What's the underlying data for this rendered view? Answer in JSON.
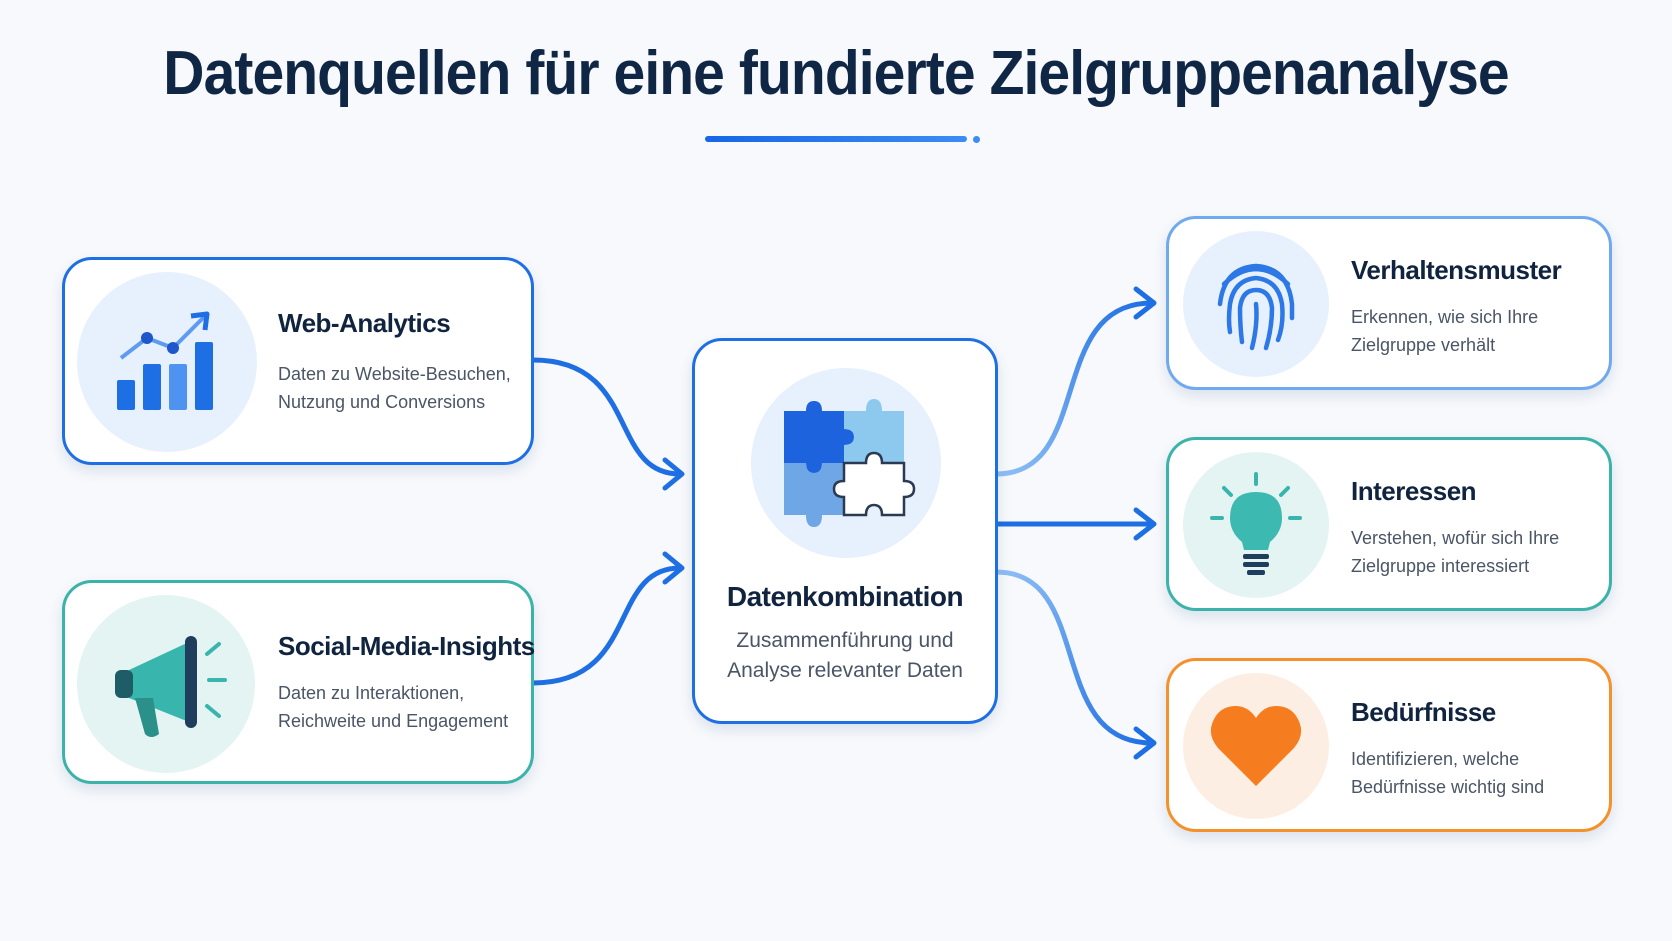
{
  "title": "Datenquellen für eine fundierte Zielgruppenanalyse",
  "colors": {
    "primary": "#1e6fe3",
    "teal": "#3bb3a9",
    "lightblue": "#6fa9ee",
    "orange": "#f5912a",
    "heading": "#10233f"
  },
  "sources": [
    {
      "title": "Web-Analytics",
      "desc_lines": [
        "Daten zu Website-Besuchen,",
        "Nutzung und Conversions"
      ],
      "icon": "bar-chart-trend-icon"
    },
    {
      "title": "Social-Media-Insights",
      "desc_lines": [
        "Daten zu Interaktionen,",
        "Reichweite und Engagement"
      ],
      "icon": "megaphone-icon"
    }
  ],
  "center": {
    "title": "Datenkombination",
    "desc_lines": [
      "Zusammenführung und",
      "Analyse relevanter Daten"
    ],
    "icon": "puzzle-icon"
  },
  "outputs": [
    {
      "title": "Verhaltensmuster",
      "desc_lines": [
        "Erkennen, wie sich Ihre",
        "Zielgruppe verhält"
      ],
      "icon": "fingerprint-icon"
    },
    {
      "title": "Interessen",
      "desc_lines": [
        "Verstehen, wofür sich Ihre",
        "Zielgruppe interessiert"
      ],
      "icon": "lightbulb-icon"
    },
    {
      "title": "Bedürfnisse",
      "desc_lines": [
        "Identifizieren, welche",
        "Bedürfnisse wichtig sind"
      ],
      "icon": "heart-icon"
    }
  ]
}
